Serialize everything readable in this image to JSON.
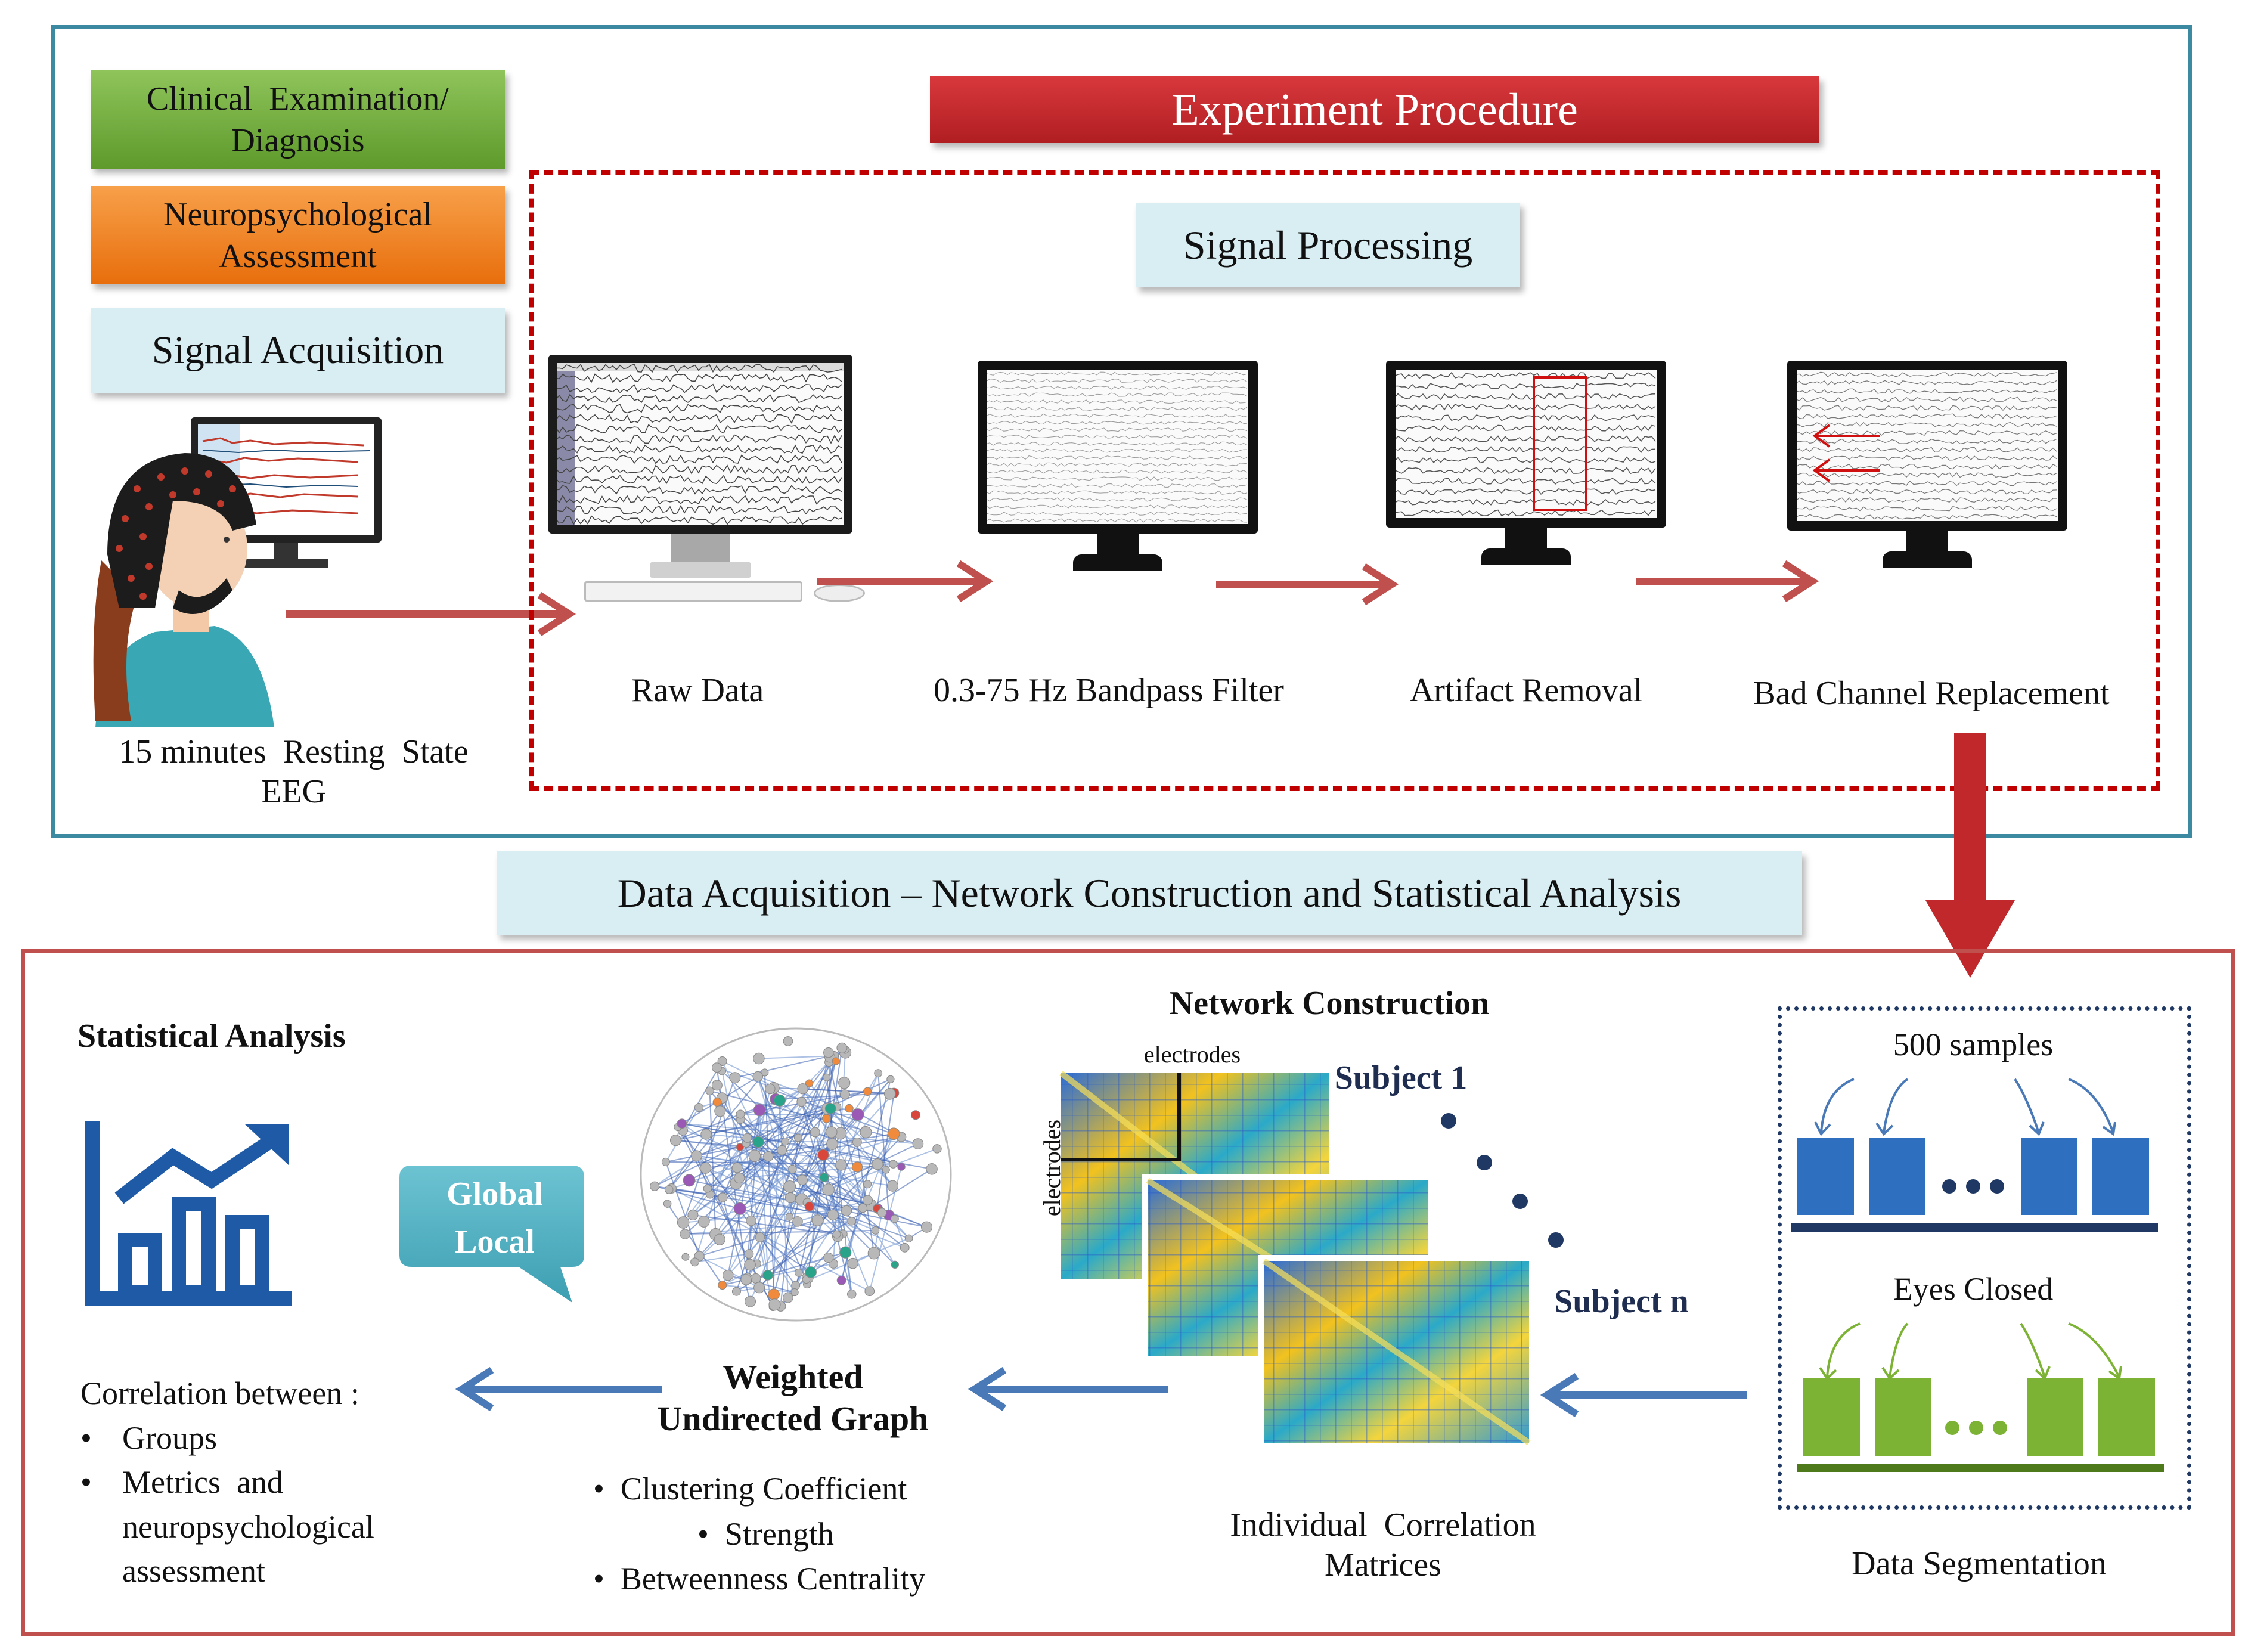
{
  "top": {
    "clinical_exam": "Clinical  Examination/\nDiagnosis",
    "neuro_assessment": "Neuropsychological\nAssessment",
    "signal_acquisition": "Signal Acquisition",
    "resting_state": "15 minutes  Resting  State\nEEG",
    "experiment_procedure": "Experiment  Procedure",
    "signal_processing": "Signal Processing",
    "steps": [
      {
        "label": "Raw Data"
      },
      {
        "label": "0.3-75 Hz  Bandpass  Filter"
      },
      {
        "label": "Artifact  Removal"
      },
      {
        "label": "Bad Channel  Replacement"
      }
    ]
  },
  "middle": {
    "banner": "Data Acquisition  – Network Construction and Statistical Analysis"
  },
  "bottom": {
    "segmentation": {
      "samples_label": "500 samples",
      "eyes_closed_label": "Eyes Closed",
      "caption": "Data Segmentation"
    },
    "network_construction": {
      "title": "Network Construction",
      "electrodes_x": "electrodes",
      "electrodes_y": "electrodes",
      "subject_1": "Subject 1",
      "subject_n": "Subject n",
      "caption": "Individual  Correlation\nMatrices"
    },
    "graph": {
      "title": "Weighted\nUndirected Graph",
      "metrics": [
        "Clustering  Coefficient",
        "Strength",
        "Betweenness  Centrality"
      ]
    },
    "bubble": {
      "line1": "Global",
      "line2": "Local"
    },
    "statistical": {
      "title": "Statistical Analysis",
      "correlation_label": "Correlation  between :",
      "items": [
        "Groups",
        "Metrics  and\nneuropsychological\nassessment"
      ]
    }
  },
  "colors": {
    "teal_border": "#3b8aa2",
    "red_border": "#c0504d",
    "green_chip": "#77a83a",
    "orange_chip": "#f07f1a",
    "red_banner": "#c8282c",
    "light_blue": "#d9eef3",
    "arrow_red": "#c0504d",
    "arrow_blue": "#4a79b8",
    "seg_blue": "#2e6fbf",
    "seg_green": "#7db334"
  }
}
